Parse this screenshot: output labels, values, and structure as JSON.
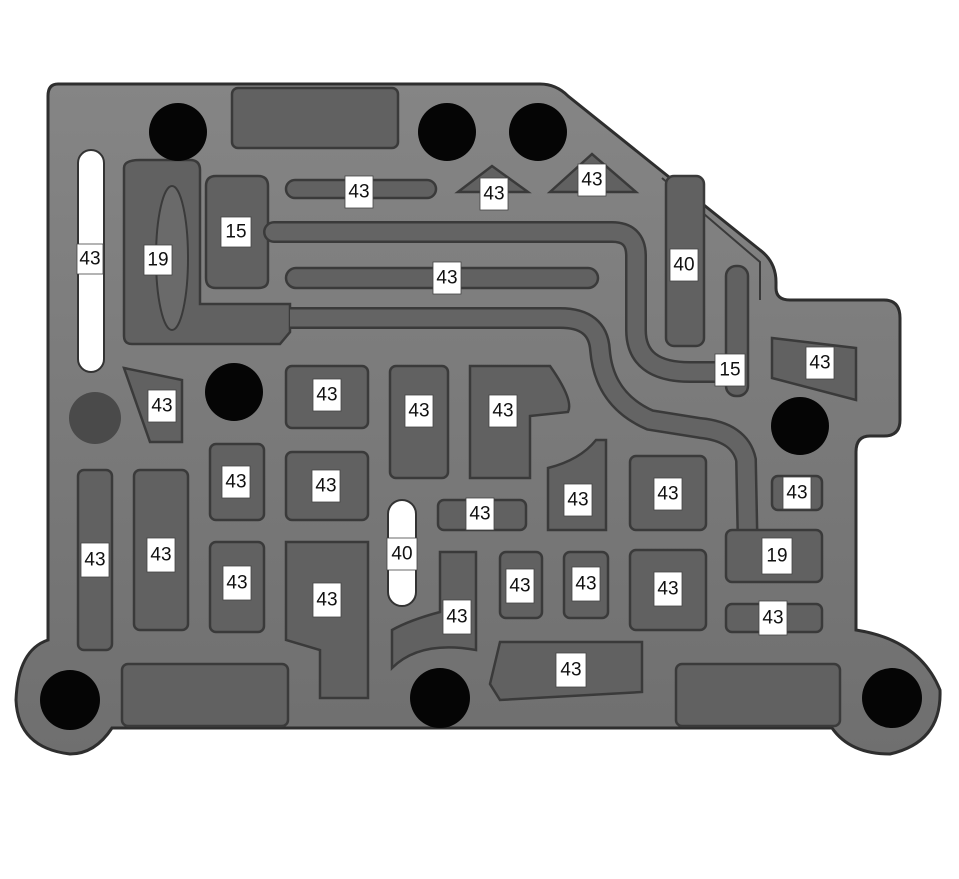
{
  "diagram": {
    "colors": {
      "plate": "#7a7a7a",
      "plate_edge": "#2e2e2e",
      "pocket": "#616161",
      "hole": "#050505",
      "plug": "#4a4a4a",
      "slot": "#ffffff",
      "label_bg": "#ffffff",
      "label_text": "#111111"
    },
    "labels": [
      {
        "id": "slot-left",
        "text": "43"
      },
      {
        "id": "chamber-19",
        "text": "19"
      },
      {
        "id": "chamber-15",
        "text": "15"
      },
      {
        "id": "top-groove",
        "text": "43"
      },
      {
        "id": "top-tri-1",
        "text": "43"
      },
      {
        "id": "top-tri-2",
        "text": "43"
      },
      {
        "id": "long-groove",
        "text": "43"
      },
      {
        "id": "channel-40",
        "text": "40"
      },
      {
        "id": "channel-15",
        "text": "15"
      },
      {
        "id": "right-tab",
        "text": "43"
      },
      {
        "id": "small-left",
        "text": "43"
      },
      {
        "id": "rect-a",
        "text": "43"
      },
      {
        "id": "rect-b",
        "text": "43"
      },
      {
        "id": "rect-c",
        "text": "43"
      },
      {
        "id": "box-1",
        "text": "43"
      },
      {
        "id": "box-2",
        "text": "43"
      },
      {
        "id": "box-3",
        "text": "43"
      },
      {
        "id": "box-4",
        "text": "43"
      },
      {
        "id": "small-bar",
        "text": "43"
      },
      {
        "id": "slot-40",
        "text": "40"
      },
      {
        "id": "right-small",
        "text": "43"
      },
      {
        "id": "right-19",
        "text": "19"
      },
      {
        "id": "col-left",
        "text": "43"
      },
      {
        "id": "col-2",
        "text": "43"
      },
      {
        "id": "box-5",
        "text": "43"
      },
      {
        "id": "l-shape",
        "text": "43"
      },
      {
        "id": "curve",
        "text": "43"
      },
      {
        "id": "sq-1",
        "text": "43"
      },
      {
        "id": "sq-2",
        "text": "43"
      },
      {
        "id": "box-6",
        "text": "43"
      },
      {
        "id": "bar-right",
        "text": "43"
      },
      {
        "id": "bottom-mid",
        "text": "43"
      }
    ]
  }
}
